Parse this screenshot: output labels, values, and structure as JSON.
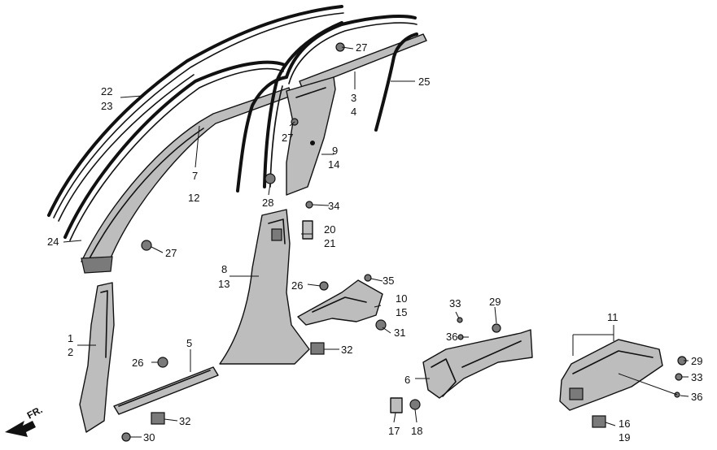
{
  "callouts": {
    "p1": "1",
    "p2": "2",
    "p3": "3",
    "p4": "4",
    "p5": "5",
    "p6": "6",
    "p7": "7",
    "p8": "8",
    "p9": "9",
    "p10": "10",
    "p11": "11",
    "p12": "12",
    "p13": "13",
    "p14": "14",
    "p15": "15",
    "p16": "16",
    "p17": "17",
    "p18": "18",
    "p19": "19",
    "p20": "20",
    "p21": "21",
    "p22": "22",
    "p23": "23",
    "p24": "24",
    "p25": "25",
    "p26a": "26",
    "p26b": "26",
    "p27a": "27",
    "p27b": "27",
    "p27c": "27",
    "p28": "28",
    "p29a": "29",
    "p29b": "29",
    "p30": "30",
    "p31": "31",
    "p32a": "32",
    "p32b": "32",
    "p33a": "33",
    "p33b": "33",
    "p34": "34",
    "p35": "35",
    "p36a": "36",
    "p36b": "36"
  },
  "direction_label": "FR."
}
